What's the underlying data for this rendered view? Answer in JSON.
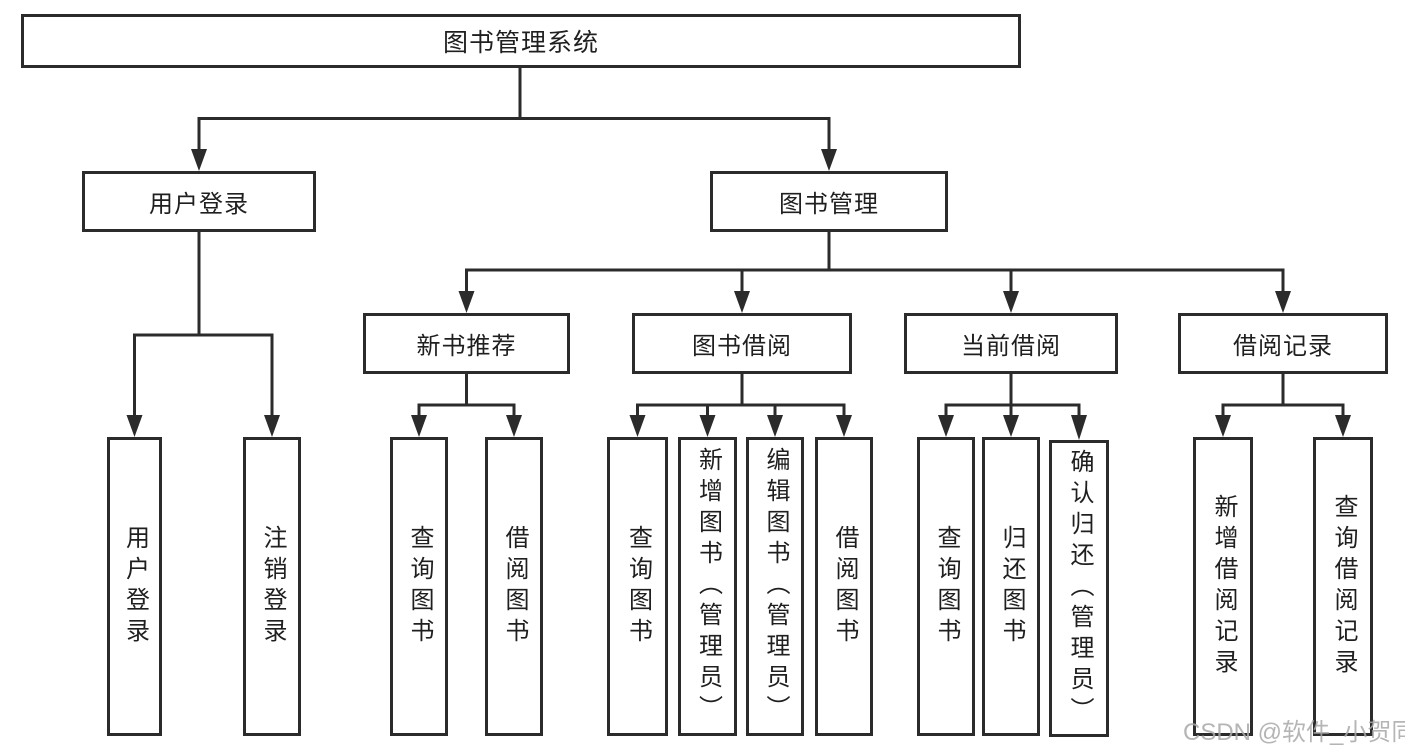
{
  "diagram": {
    "root": "图书管理系统",
    "branches": [
      {
        "label": "用户登录",
        "children": [
          {
            "label": "用户登录"
          },
          {
            "label": "注销登录"
          }
        ]
      },
      {
        "label": "图书管理",
        "groups": [
          {
            "label": "新书推荐",
            "children": [
              {
                "label": "查询图书"
              },
              {
                "label": "借阅图书"
              }
            ]
          },
          {
            "label": "图书借阅",
            "children": [
              {
                "label": "查询图书"
              },
              {
                "label": "新增图书（管理员）"
              },
              {
                "label": "编辑图书（管理员）"
              },
              {
                "label": "借阅图书"
              }
            ]
          },
          {
            "label": "当前借阅",
            "children": [
              {
                "label": "查询图书"
              },
              {
                "label": "归还图书"
              },
              {
                "label": "确认归还（管理员）"
              }
            ]
          },
          {
            "label": "借阅记录",
            "children": [
              {
                "label": "新增借阅记录"
              },
              {
                "label": "查询借阅记录"
              }
            ]
          }
        ]
      }
    ]
  },
  "watermark": {
    "text": "CSDN @软件_小贺同学"
  },
  "colors": {
    "line": "#2b2b2b",
    "text": "#1f1f1f",
    "watermark": "#a9a9a9",
    "background": "#ffffff"
  }
}
